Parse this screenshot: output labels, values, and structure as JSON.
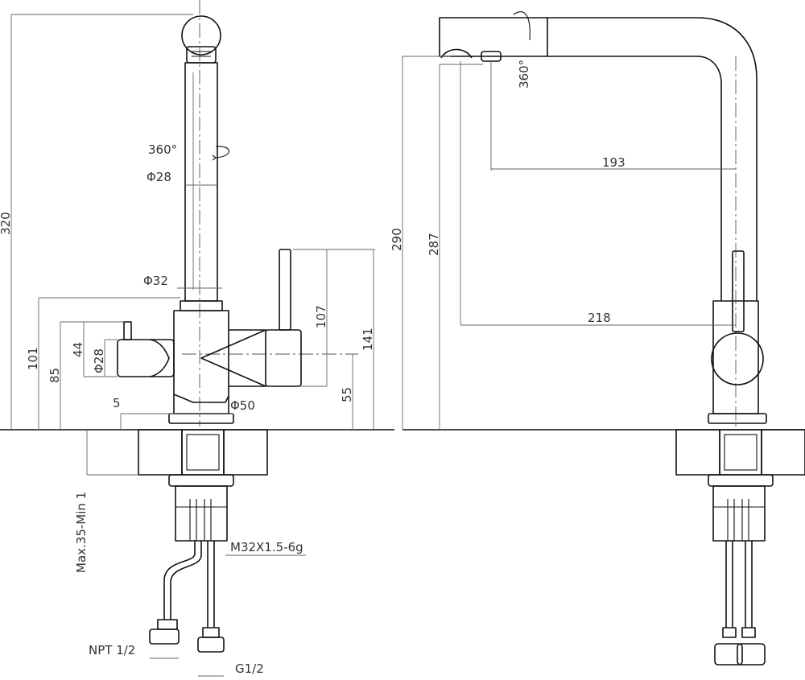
{
  "dimensions": {
    "front": {
      "height_total": "320",
      "height_handle_a": "101",
      "height_handle_b": "85",
      "handle_height": "44",
      "diameter_handle": "Φ28",
      "rotation_spout": "360°",
      "diameter_spout": "Φ28",
      "diameter_neck": "Φ32",
      "lever_height": "107",
      "lever_total": "141",
      "lever_pivot": "55",
      "offset_base": "5",
      "diameter_base": "Φ50",
      "deck_thickness": "Max.35-Min 1",
      "thread": "M32X1.5-6g",
      "hose_npt": "NPT 1/2",
      "hose_g": "G1/2"
    },
    "side": {
      "rotation_head": "360°",
      "height_outlet": "290",
      "height_inner": "287",
      "reach_upper": "193",
      "reach_lower": "218"
    }
  },
  "colors": {
    "line": "#111111",
    "dimension": "#666666",
    "text": "#333333"
  }
}
